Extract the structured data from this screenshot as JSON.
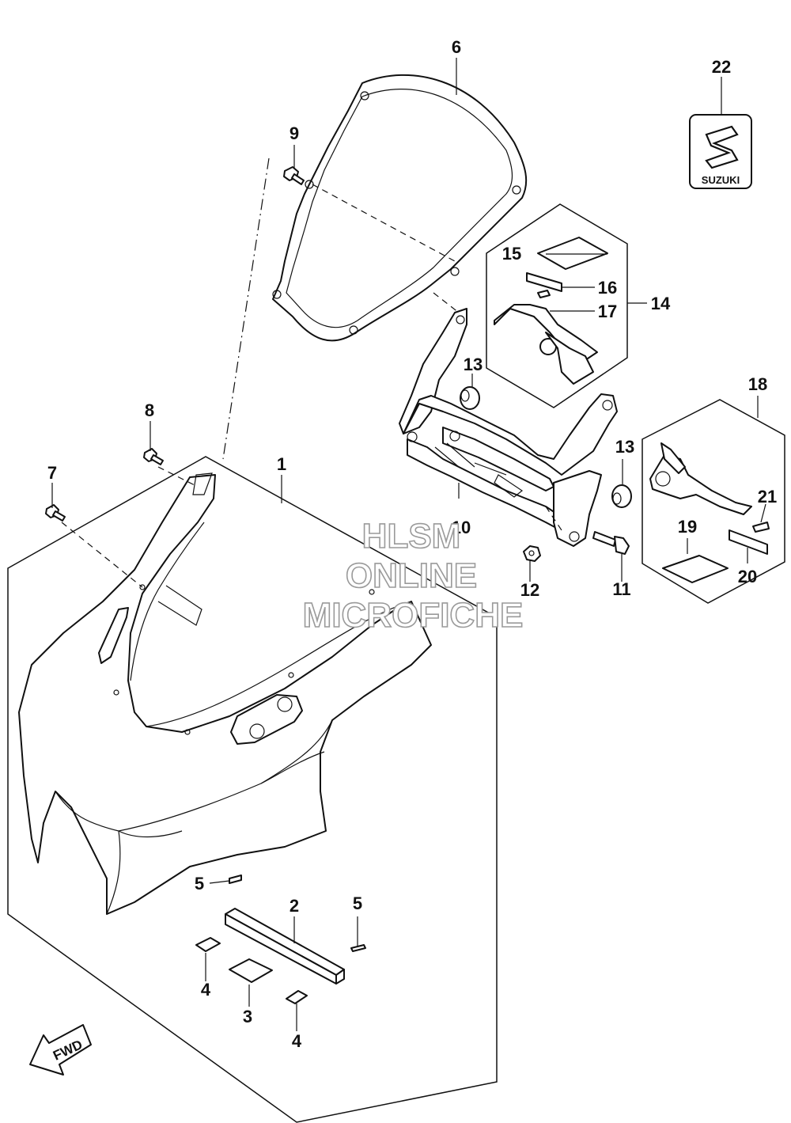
{
  "parts": [
    {
      "label": "1"
    },
    {
      "label": "2"
    },
    {
      "label": "3"
    },
    {
      "label": "4"
    },
    {
      "label": "4"
    },
    {
      "label": "5"
    },
    {
      "label": "5"
    },
    {
      "label": "6"
    },
    {
      "label": "7"
    },
    {
      "label": "8"
    },
    {
      "label": "9"
    },
    {
      "label": "10"
    },
    {
      "label": "11"
    },
    {
      "label": "12"
    },
    {
      "label": "13"
    },
    {
      "label": "13"
    },
    {
      "label": "14"
    },
    {
      "label": "15"
    },
    {
      "label": "16"
    },
    {
      "label": "17"
    },
    {
      "label": "18"
    },
    {
      "label": "19"
    },
    {
      "label": "20"
    },
    {
      "label": "21"
    },
    {
      "label": "22"
    }
  ],
  "emblem": {
    "text": "SUZUKI"
  },
  "direction": {
    "text": "FWD"
  },
  "watermark": {
    "line1": "HLSM",
    "line2": "ONLINE",
    "line3": "MICROFICHE"
  }
}
